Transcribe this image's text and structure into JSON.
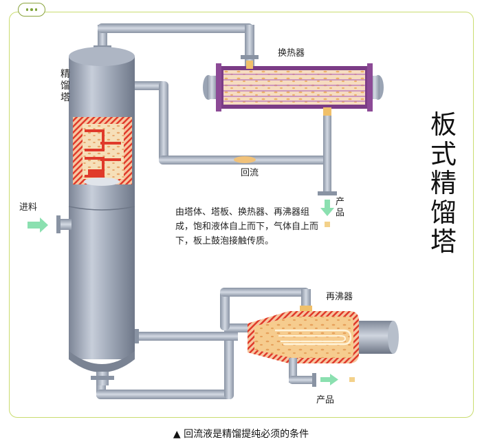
{
  "title": "板式精馏塔",
  "labels": {
    "column": "精馏塔",
    "condenser": "换热器",
    "reflux": "回流",
    "feed": "进料",
    "product_top": "产品",
    "reboiler": "再沸器",
    "product_bottom": "产品"
  },
  "description": "由塔体、塔板、换热器、再沸器组成，饱和液体自上而下，气体自上而下，板上鼓泡接触传质。",
  "caption": "▲ 回流液是精馏提纯必须的条件",
  "colors": {
    "frame_border": "#c9dc6e",
    "column": "#9aa4b4",
    "pipe": "#a7b1c0",
    "condenser_shell": "#7b3c86",
    "tray_red": "#e03a2a",
    "liquid": "#f3d09a",
    "reboiler_liquid": "#f6c98a",
    "arrow": "#8be0b0"
  }
}
